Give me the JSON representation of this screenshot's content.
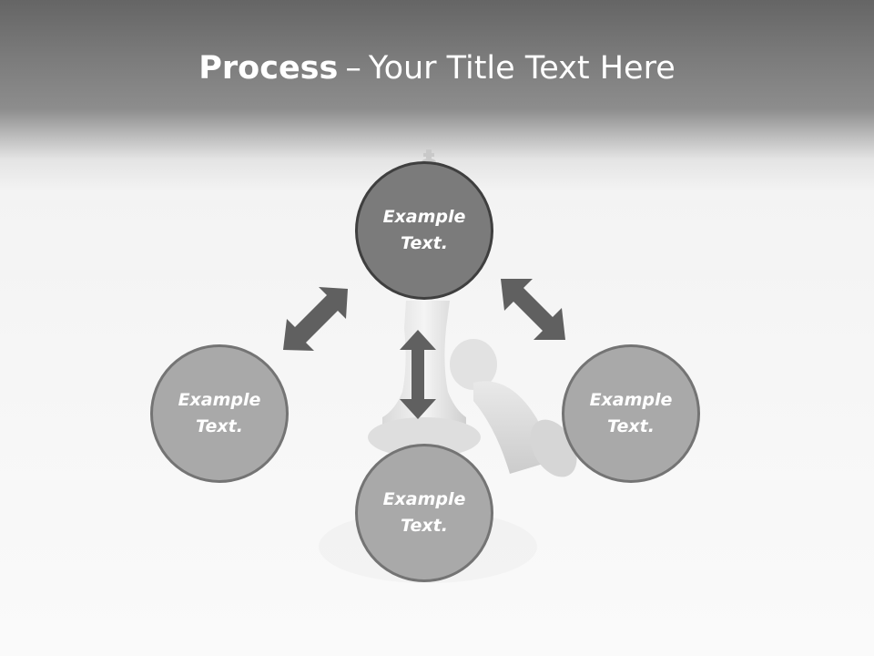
{
  "header": {
    "title_bold": "Process",
    "title_dash": "–",
    "title_rest": "Your Title Text Here"
  },
  "diagram": {
    "nodes": {
      "top": "Example Text.",
      "left": "Example Text.",
      "right": "Example Text.",
      "bottom": "Example Text."
    },
    "arrows": [
      "double-headed",
      "double-headed",
      "double-headed"
    ]
  },
  "colors": {
    "primary_fill": "#7b7b7b",
    "primary_border": "#3f3f3f",
    "secondary_fill": "#a9a9a9",
    "secondary_border": "#747474",
    "arrow": "#606060"
  }
}
